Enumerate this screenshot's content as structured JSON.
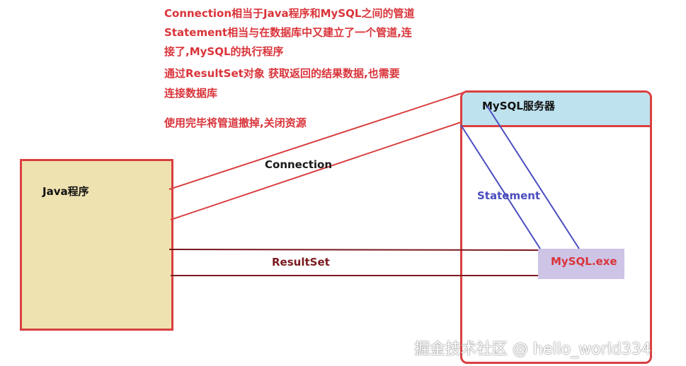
{
  "notes": [
    "Connection相当于Java程序和MySQL之间的管道",
    "Statement相当与在数据库中又建立了一个管道,连",
    "接了,MySQL的执行程序",
    "通过ResultSet对象 获取返回的结果数据,也需要",
    "连接数据库",
    "使用完毕将管道撤掉,关闭资源"
  ],
  "java_box": {
    "label": "Java程序"
  },
  "server": {
    "title": "MySQL服务器"
  },
  "exe": {
    "label": "MySQL.exe"
  },
  "pipes": {
    "connection": "Connection",
    "statement": "Statement",
    "resultset": "ResultSet"
  },
  "watermark": "掘金技术社区 @ hello_world334",
  "colors": {
    "red": "#d94040",
    "blue": "#4a4dbf",
    "darkred": "#7a1a1f",
    "java_fill": "#efe2b1",
    "server_head": "#bfe2ef",
    "exe_fill": "#cdc4e6"
  }
}
